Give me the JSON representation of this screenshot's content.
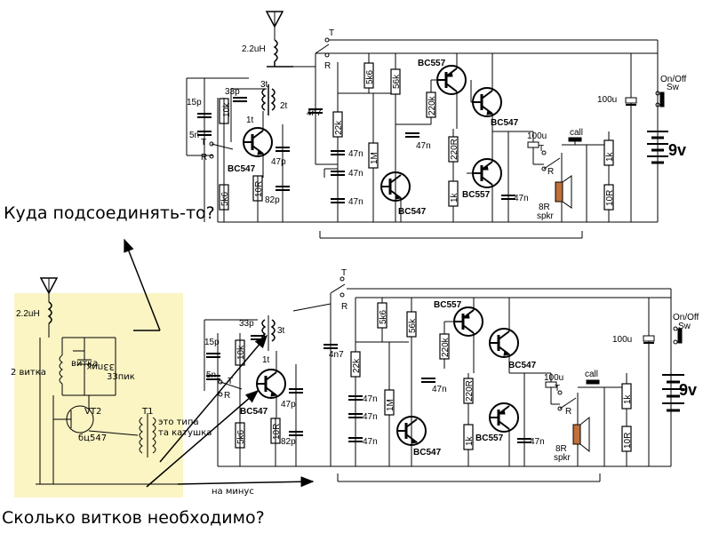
{
  "annotations": {
    "top_question": "Куда подсоединять-то?",
    "bottom_question": "Сколько витков необходимо?",
    "to_minus": "на минус"
  },
  "inset": {
    "inductor": "2.2uH",
    "turns": "2 витка",
    "tap": "витка",
    "cap": "33пик",
    "transistor": "VT2",
    "transistor_type": "бц547",
    "coil": "T1",
    "note1": "это типа",
    "note2": "та катушка"
  },
  "schematic": {
    "inductor": "2.2uH",
    "turns3": "3t",
    "turns2": "2t",
    "turns1": "1t",
    "t": "T",
    "r": "R",
    "c15p": "15p",
    "c33p": "33p",
    "r10k": "10k",
    "c5n": "5n",
    "bc547": "BC547",
    "bc557": "BC557",
    "c47p": "47p",
    "r5k6": "5k6",
    "r10r": "10R",
    "c82p": "82p",
    "c4n7": "4n7",
    "r22k": "22k",
    "c47n": "47n",
    "r1m": "1M",
    "r56k": "56k",
    "r220k": "220k",
    "r220r": "220R",
    "r1k": "1k",
    "c100u": "100u",
    "call": "call",
    "spkr_r": "8R",
    "spkr": "spkr",
    "on_off": "On/Off",
    "sw": "Sw",
    "battery": "9v"
  }
}
